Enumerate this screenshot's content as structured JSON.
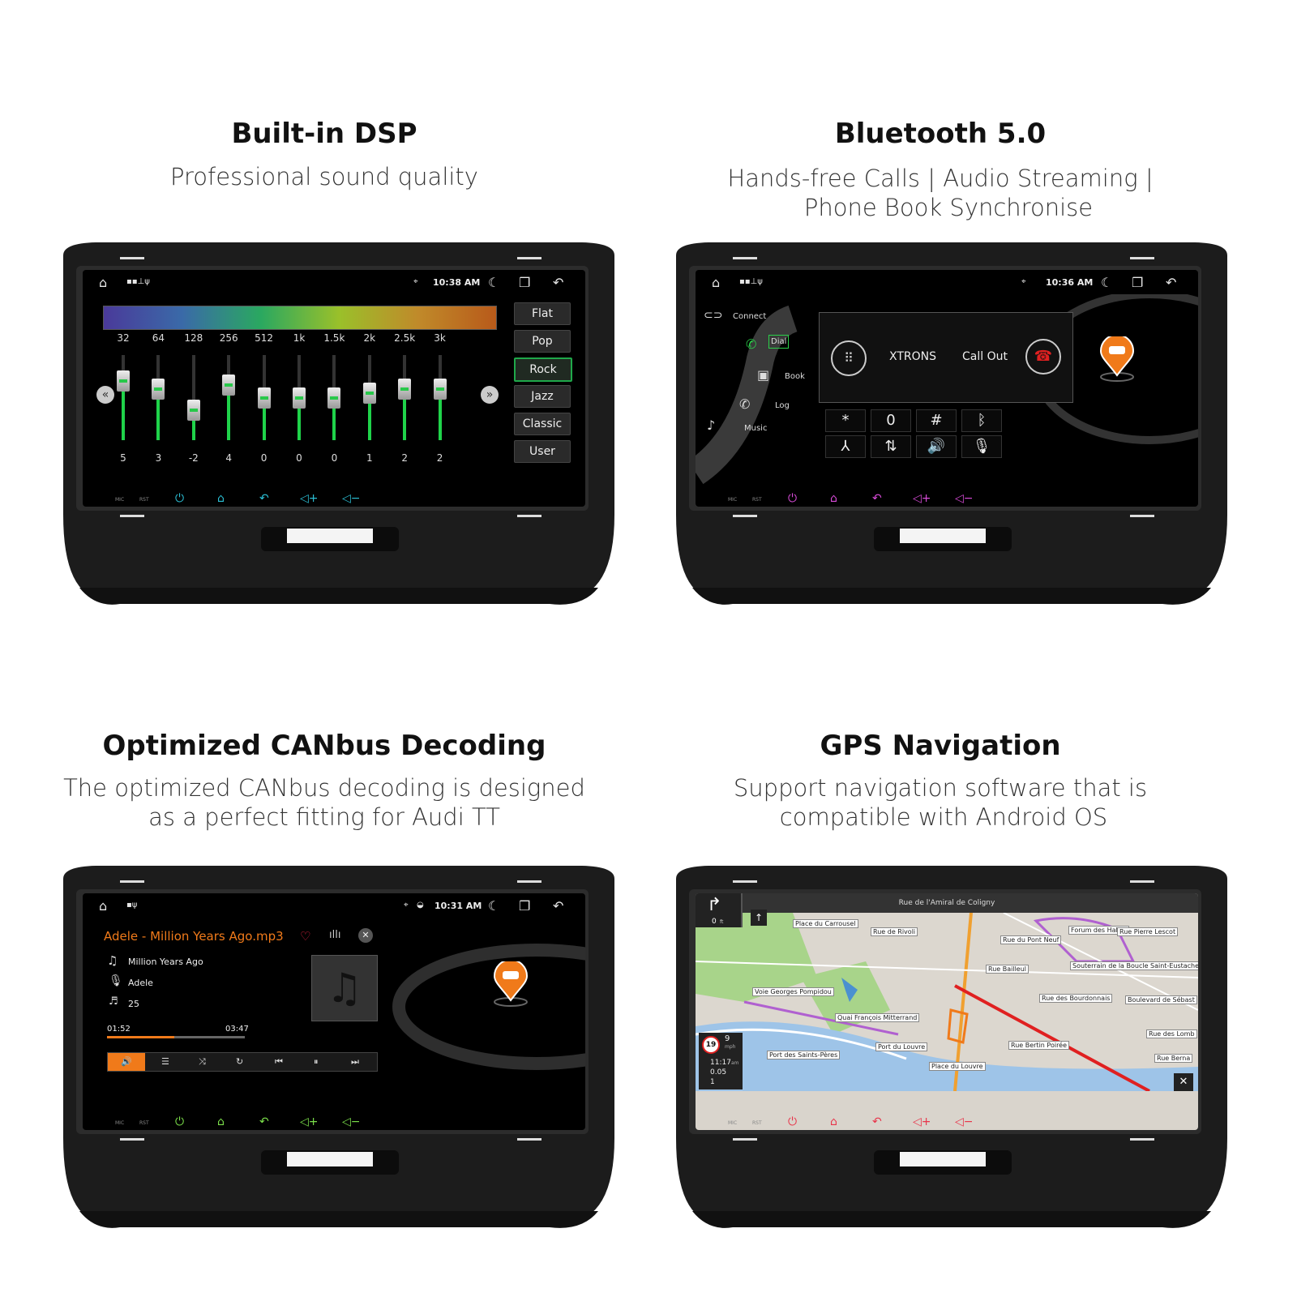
{
  "panels": {
    "dsp": {
      "title": "Built-in DSP",
      "subtitle": "Professional sound quality",
      "time": "10:38 AM",
      "bands": [
        "32",
        "64",
        "128",
        "256",
        "512",
        "1k",
        "1.5k",
        "2k",
        "2.5k",
        "3k"
      ],
      "band_values": [
        "5",
        "3",
        "-2",
        "4",
        "0",
        "0",
        "0",
        "1",
        "2",
        "2"
      ],
      "levels": [
        0.7,
        0.6,
        0.35,
        0.65,
        0.5,
        0.5,
        0.5,
        0.55,
        0.6,
        0.6
      ],
      "presets": [
        "Flat",
        "Pop",
        "Rock",
        "Jazz",
        "Classic",
        "User"
      ],
      "selected_preset": "Rock",
      "prev_label": "«",
      "next_label": "»"
    },
    "bluetooth": {
      "title": "Bluetooth 5.0",
      "subtitle_line1": "Hands-free Calls | Audio Streaming |",
      "subtitle_line2": "Phone Book Synchronise",
      "time": "10:36 AM",
      "menu": {
        "connect": "Connect",
        "dial": "Dial",
        "book": "Book",
        "log": "Log",
        "music": "Music"
      },
      "device_name": "XTRONS",
      "call_status": "Call Out",
      "keypad": [
        "*",
        "0",
        "#",
        "ᛒ",
        "⅄",
        "⇅",
        "🔊",
        "🎙"
      ]
    },
    "canbus": {
      "title": "Optimized CANbus Decoding",
      "subtitle_line1": "The optimized CANbus decoding is designed",
      "subtitle_line2": "as a perfect fitting for Audi TT",
      "time": "10:31 AM",
      "file": "Adele - Million Years Ago.mp3",
      "song": "Million Years Ago",
      "artist": "Adele",
      "track_no": "25",
      "elapsed": "01:52",
      "total": "03:47",
      "progress": 0.49
    },
    "gps": {
      "title": "GPS Navigation",
      "subtitle_line1": "Support navigation software that is",
      "subtitle_line2": "compatible with Android OS",
      "street_top": "Rue de l'Amiral de Coligny",
      "turn_distance": "0",
      "turn_unit": "ft",
      "speed_limit": "19",
      "speed": "9",
      "speed_unit": "mph",
      "eta_time": "11:17",
      "eta_ampm": "am",
      "remaining": "0.05",
      "remaining2": "1",
      "labels": [
        "Place du Carrousel",
        "Rue de Rivoli",
        "Rue du Pont Neuf",
        "Forum des Halles",
        "Rue Pierre Lescot",
        "Rue Bailleul",
        "Souterrain de la Boucle Saint-Eustache",
        "Voie Georges Pompidou",
        "Rue des Bourdonnais",
        "Boulevard de Sébast",
        "Quai François Mitterrand",
        "Port du Louvre",
        "Rue Bertin Poirée",
        "Port des Saints-Pères",
        "Place du Louvre",
        "Rue des Lomb",
        "Rue Berna"
      ],
      "close_label": "✕"
    }
  },
  "front_keys": [
    "MIC",
    "RST"
  ],
  "colors": {
    "dsp_keys": "#2bc0d6",
    "bt_keys": "#d94bd9",
    "canbus_keys": "#7be04a",
    "gps_keys": "#e8344a",
    "accent_orange": "#f07a1a"
  }
}
